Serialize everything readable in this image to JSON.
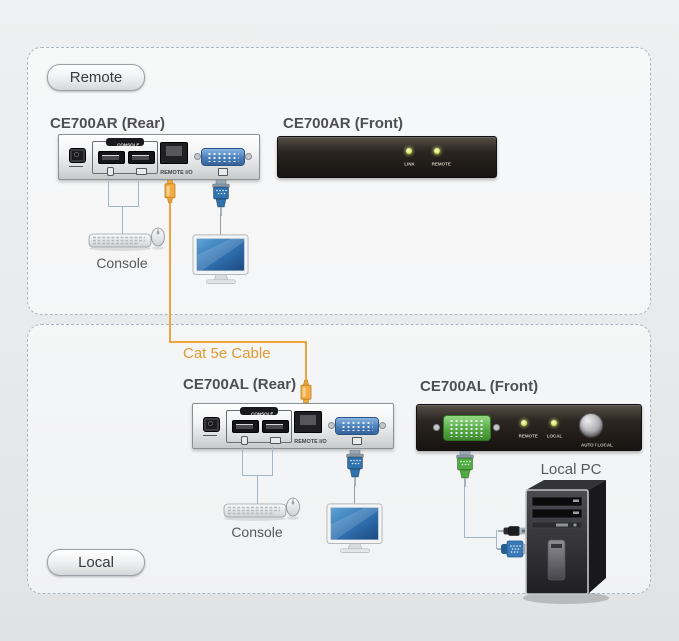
{
  "diagram": {
    "remote": {
      "badge": "Remote",
      "rear_title": "CE700AR (Rear)",
      "front_title": "CE700AR (Front)",
      "console_label": "Console",
      "front_leds": [
        "LINK",
        "REMOTE"
      ]
    },
    "local": {
      "badge": "Local",
      "rear_title": "CE700AL (Rear)",
      "front_title": "CE700AL (Front)",
      "console_label": "Console",
      "pc_label": "Local PC",
      "front_leds": [
        "REMOTE",
        "LOCAL"
      ],
      "front_button_label": "AUTO / LOCAL"
    },
    "cable_label": "Cat 5e Cable",
    "rear_device": {
      "console_group_label": "CONSOLE",
      "remote_io_label": "REMOTE I/O"
    },
    "icons": {
      "power_jack": "power-jack-icon",
      "mouse": "mouse-icon",
      "keyboard": "keyboard-icon",
      "monitor": "monitor-icon",
      "screw": "screw-icon",
      "led": "led-indicator-icon",
      "rj45_connector": "rj45-connector-icon",
      "vga_connector": "vga-connector-icon",
      "usb_plug": "usb-plug-icon"
    },
    "colors": {
      "cable": "#efa53e",
      "cable_text": "#e09a35",
      "connector_blue": "#2f72ad",
      "connector_green": "#4fae3f",
      "led": "#dce45f",
      "dashed_border": "#a9b5bf",
      "title_text": "#4f4f51"
    }
  }
}
